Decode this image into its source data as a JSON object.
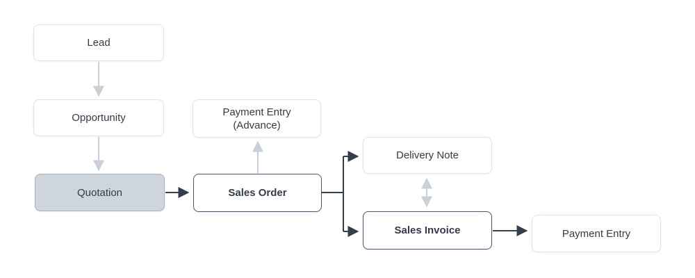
{
  "diagram": {
    "type": "flowchart",
    "nodes": {
      "lead": {
        "label": "Lead",
        "style": "default"
      },
      "opportunity": {
        "label": "Opportunity",
        "style": "default"
      },
      "quotation": {
        "label": "Quotation",
        "style": "highlighted"
      },
      "payment_entry_advance": {
        "label": "Payment Entry (Advance)",
        "line1": "Payment Entry",
        "line2": "(Advance)",
        "style": "default"
      },
      "sales_order": {
        "label": "Sales Order",
        "style": "emphasized"
      },
      "delivery_note": {
        "label": "Delivery Note",
        "style": "default"
      },
      "sales_invoice": {
        "label": "Sales Invoice",
        "style": "emphasized"
      },
      "payment_entry": {
        "label": "Payment Entry",
        "style": "default"
      }
    },
    "edges": [
      {
        "from": "Lead",
        "to": "Opportunity",
        "type": "flow",
        "emphasis": "light"
      },
      {
        "from": "Opportunity",
        "to": "Quotation",
        "type": "flow",
        "emphasis": "light"
      },
      {
        "from": "Quotation",
        "to": "Sales Order",
        "type": "flow",
        "emphasis": "dark"
      },
      {
        "from": "Sales Order",
        "to": "Payment Entry (Advance)",
        "type": "flow",
        "emphasis": "light"
      },
      {
        "from": "Sales Order",
        "to": "Delivery Note",
        "type": "flow",
        "emphasis": "dark"
      },
      {
        "from": "Sales Order",
        "to": "Sales Invoice",
        "type": "flow",
        "emphasis": "dark"
      },
      {
        "from": "Delivery Note",
        "to": "Sales Invoice",
        "type": "bidirectional",
        "emphasis": "light"
      },
      {
        "from": "Sales Invoice",
        "to": "Payment Entry",
        "type": "flow",
        "emphasis": "dark"
      }
    ],
    "colors": {
      "background": "#ffffff",
      "node_fill": "#ffffff",
      "node_border_light": "#dfe4ea",
      "highlight_fill": "#ced5dc",
      "highlight_border": "#a8b1bb",
      "emphasis_border": "#4b5665",
      "dark_connector": "#333e4d",
      "light_connector": "#c9d0d8",
      "text": "#333b48"
    }
  }
}
